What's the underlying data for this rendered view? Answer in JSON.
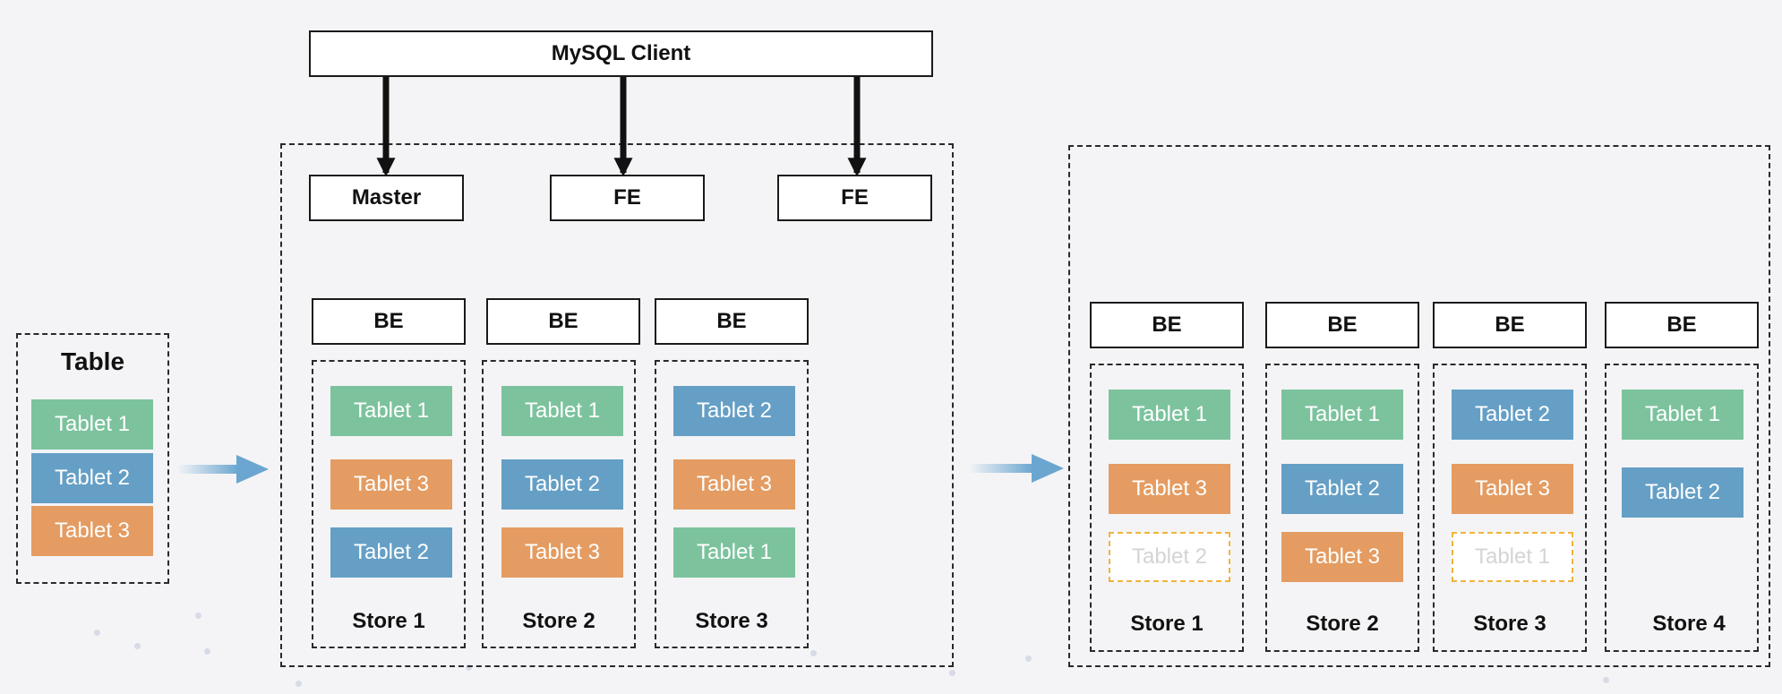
{
  "colors": {
    "green": "#7cc39d",
    "blue": "#659fc6",
    "orange": "#e49c62",
    "ghost_border": "#f0b43c",
    "arrow": "#6aa6d0"
  },
  "client": {
    "label": "MySQL Client"
  },
  "frontend": [
    "Master",
    "FE",
    "FE"
  ],
  "table": {
    "title": "Table",
    "tablets": [
      {
        "label": "Tablet 1",
        "color": "green"
      },
      {
        "label": "Tablet 2",
        "color": "blue"
      },
      {
        "label": "Tablet 3",
        "color": "orange"
      }
    ]
  },
  "cluster_a": {
    "nodes": [
      {
        "be": "BE",
        "store": "Store 1",
        "tablets": [
          {
            "label": "Tablet 1",
            "color": "green"
          },
          {
            "label": "Tablet 3",
            "color": "orange"
          },
          {
            "label": "Tablet 2",
            "color": "blue"
          }
        ]
      },
      {
        "be": "BE",
        "store": "Store 2",
        "tablets": [
          {
            "label": "Tablet 1",
            "color": "green"
          },
          {
            "label": "Tablet 2",
            "color": "blue"
          },
          {
            "label": "Tablet 3",
            "color": "orange"
          }
        ]
      },
      {
        "be": "BE",
        "store": "Store 3",
        "tablets": [
          {
            "label": "Tablet 2",
            "color": "blue"
          },
          {
            "label": "Tablet 3",
            "color": "orange"
          },
          {
            "label": "Tablet 1",
            "color": "green"
          }
        ]
      }
    ]
  },
  "cluster_b": {
    "nodes": [
      {
        "be": "BE",
        "store": "Store 1",
        "tablets": [
          {
            "label": "Tablet 1",
            "color": "green"
          },
          {
            "label": "Tablet 3",
            "color": "orange"
          },
          {
            "label": "Tablet 2",
            "color": "ghost"
          }
        ]
      },
      {
        "be": "BE",
        "store": "Store 2",
        "tablets": [
          {
            "label": "Tablet 1",
            "color": "green"
          },
          {
            "label": "Tablet 2",
            "color": "blue"
          },
          {
            "label": "Tablet 3",
            "color": "orange"
          }
        ]
      },
      {
        "be": "BE",
        "store": "Store 3",
        "tablets": [
          {
            "label": "Tablet 2",
            "color": "blue"
          },
          {
            "label": "Tablet 3",
            "color": "orange"
          },
          {
            "label": "Tablet 1",
            "color": "ghost"
          }
        ]
      },
      {
        "be": "BE",
        "store": "Store 4",
        "tablets": [
          {
            "label": "Tablet 1",
            "color": "green"
          },
          {
            "label": "Tablet 2",
            "color": "blue"
          }
        ]
      }
    ]
  }
}
